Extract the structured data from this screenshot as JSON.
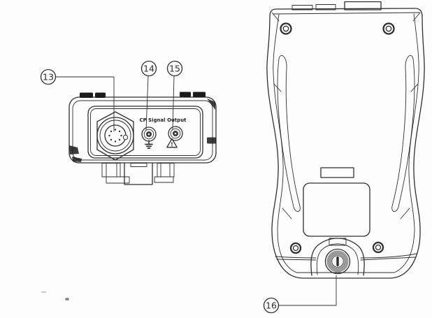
{
  "page": {
    "background": "#fdfdfd"
  },
  "artwork": {
    "line_color": "#2f2f2f",
    "bumper_color": "#1b1b1b",
    "knob_ring_color": "#9a9a9a"
  },
  "top_view": {
    "panel_label": "CP Signal Output",
    "warning_mark": "!",
    "callouts": {
      "c13": "13",
      "c14": "14",
      "c15": "15"
    }
  },
  "rear_view": {
    "callouts": {
      "c16": "16"
    }
  }
}
